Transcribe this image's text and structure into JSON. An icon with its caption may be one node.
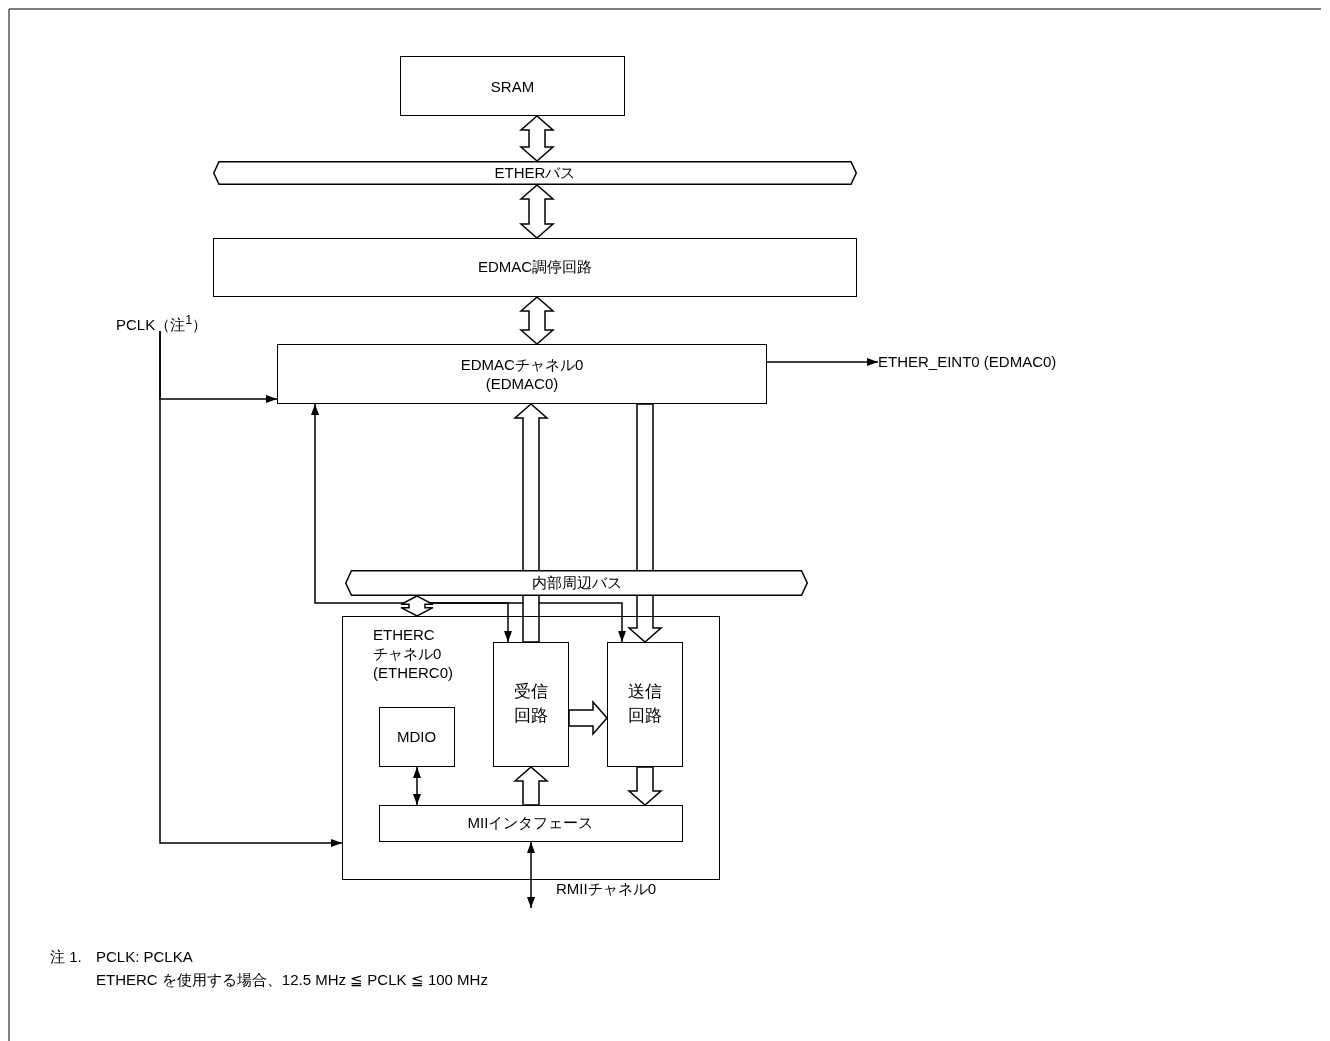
{
  "diagram": {
    "nodes": [
      {
        "text": [
          "SRAM"
        ]
      },
      {
        "text": [
          "ETHERバス"
        ]
      },
      {
        "text": [
          "EDMAC調停回路"
        ]
      },
      {
        "text": [
          "PCLK（注$^{1}$）"
        ]
      },
      {
        "text": [
          "EDMACチャネル0 (EDMAC0)"
        ]
      },
      {
        "text": [
          "ETHER_EINT0 (EDMAC0)"
        ]
      },
      {
        "text": [
          "内部周辺バス"
        ]
      },
      {
        "text": [
          "ETHERC チャネル0 (ETHERC0)"
        ]
      },
      {
        "text": [
          "受信回路"
        ],
        "in": 7
      },
      {
        "text": [
          "送信回路"
        ],
        "in": 7
      },
      {
        "text": [
          "MDIO"
        ],
        "in": 7
      },
      {
        "text": [
          "MIIインタフェース"
        ],
        "in": 7
      }
    ],
    "edges": [
      {
        "from": 0,
        "to": 1,
        "arrow": "both",
        "style": "thick"
      },
      {
        "from": 1,
        "to": 2,
        "arrow": "both",
        "style": "thick"
      },
      {
        "from": 2,
        "to": 4,
        "arrow": "both",
        "style": "thick"
      },
      {
        "from": 3,
        "to": 4,
        "arrow": "to"
      },
      {
        "from": 3,
        "to": 7,
        "arrow": "to"
      },
      {
        "from": 4,
        "to": 5,
        "arrow": "to"
      },
      {
        "from": 8,
        "to": 4,
        "arrow": "to",
        "style": "thick"
      },
      {
        "from": 4,
        "to": 9,
        "arrow": "to",
        "style": "thick"
      },
      {
        "from": 6,
        "to": 7,
        "arrow": "both",
        "style": "thick"
      },
      {
        "from": 6,
        "to": 4,
        "arrow": "to"
      },
      {
        "from": 6,
        "to": 8,
        "arrow": "to"
      },
      {
        "from": 6,
        "to": 9,
        "arrow": "to"
      },
      {
        "from": 8,
        "to": 9,
        "arrow": "to",
        "style": "thick"
      },
      {
        "from": 11,
        "to": 8,
        "arrow": "to",
        "style": "thick"
      },
      {
        "from": 9,
        "to": 11,
        "arrow": "to",
        "style": "thick"
      },
      {
        "from": 10,
        "to": 11,
        "arrow": "both"
      },
      {
        "from": 11,
        "to": null,
        "arrow": "both",
        "label": "RMIIチャネル0"
      }
    ],
    "labels": [
      "注 1.",
      "PCLK: PCLKA",
      "ETHERC を使用する場合、12.5 MHz ≦ PCLK ≦ 100 MHz"
    ]
  }
}
